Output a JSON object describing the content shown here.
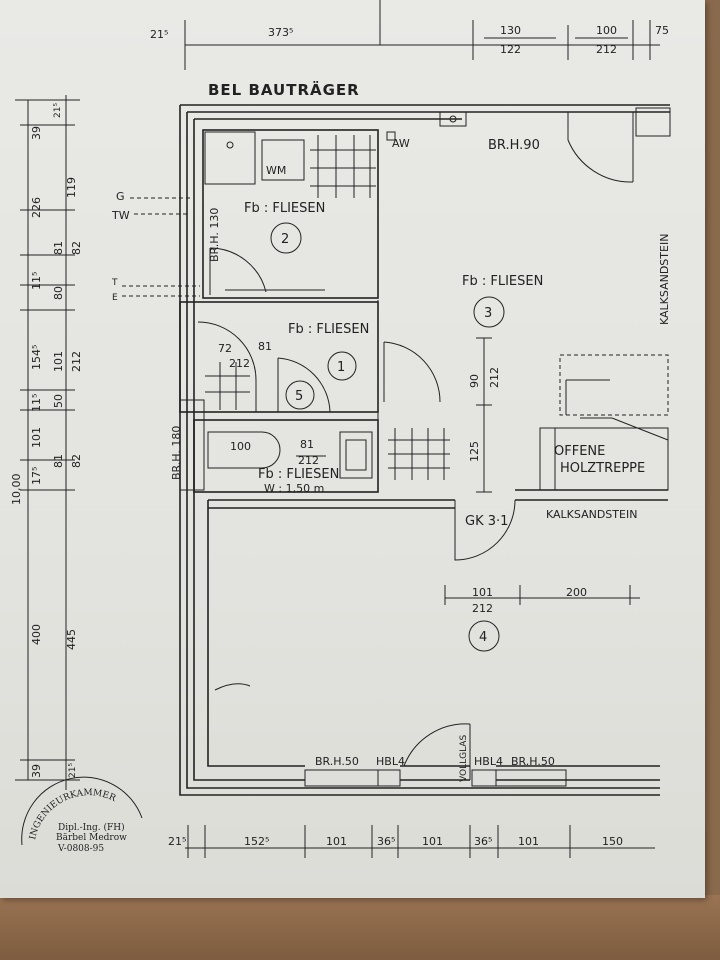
{
  "header": {
    "title": "BEL BAUTRÄGER"
  },
  "top_dimensions": {
    "a": "21⁵",
    "b": "373⁵",
    "c_top": "130",
    "c_bottom": "122",
    "d_top": "100",
    "d_bottom": "212",
    "e": "75"
  },
  "left_dimensions": {
    "outer": [
      "10,00",
      "400"
    ],
    "inner": [
      "39",
      "226",
      "11⁵",
      "154⁵",
      "11⁵",
      "101",
      "17⁵",
      "445",
      "39"
    ],
    "pairs": [
      {
        "top": "119",
        "bottom": ""
      },
      {
        "top": "81",
        "bottom": "82"
      },
      {
        "top": "80",
        "bottom": ""
      },
      {
        "top": "101",
        "bottom": "212"
      },
      {
        "top": "50",
        "bottom": ""
      },
      {
        "top": "81",
        "bottom": "82"
      }
    ],
    "top_small": "21⁵",
    "bottom_small": "21⁵"
  },
  "side_marks": {
    "g": "G",
    "tw": "TW",
    "t": "T",
    "e": "E"
  },
  "rooms": {
    "r1": {
      "number": "1",
      "floor": "Fb : FLIESEN",
      "door_a": "81",
      "door_b": "212"
    },
    "r2": {
      "number": "2",
      "floor": "Fb : FLIESEN",
      "wm": "WM",
      "window": "BR.H. 130"
    },
    "r3": {
      "number": "3",
      "floor": "Fb : FLIESEN",
      "aw": "AW",
      "window": "BR.H.90",
      "d1": "90",
      "d2": "212",
      "d3": "125"
    },
    "r4": {
      "number": "4",
      "door": "GK 3·1",
      "d1_top": "101",
      "d1_bottom": "212",
      "d2": "200"
    },
    "r5": {
      "number": "5",
      "d1": "72",
      "d2": "81",
      "d3": "212"
    },
    "bath": {
      "floor": "Fb : FLIESEN",
      "w": "W : 1,50 m",
      "d1": "100",
      "d2": "81",
      "d3": "212",
      "window": "BR.H. 180"
    }
  },
  "annotations": {
    "kalksandstein_v": "KALKSANDSTEIN",
    "kalksandstein_h": "KALKSANDSTEIN",
    "stair_1": "OFFENE",
    "stair_2": "HOLZTREPPE",
    "bottom_win_left": "BR.H.50",
    "hbl_left": "HBL4",
    "hbl_right": "HBL4",
    "bottom_win_right": "BR.H.50",
    "vollglas": "VOLLGLAS"
  },
  "bottom_dimensions": [
    "21⁵",
    "152⁵",
    "101",
    "36⁵",
    "101",
    "36⁵",
    "101",
    "150"
  ],
  "stamp": {
    "arc": "INGENIEURKAMMER",
    "line1": "Dipl.-Ing. (FH)",
    "line2": "Bärbel Medrow",
    "line3": "V-0808-95"
  }
}
